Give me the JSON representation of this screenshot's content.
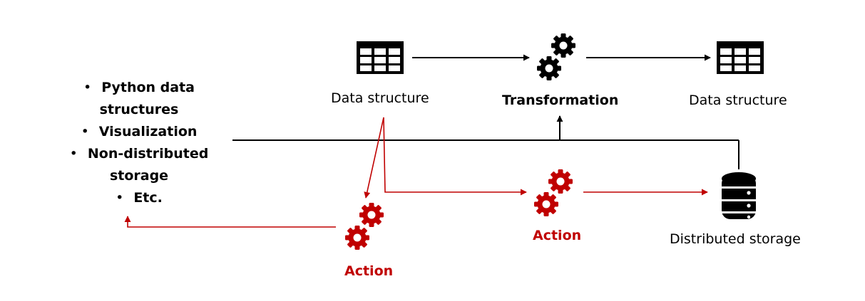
{
  "colors": {
    "primary": "#000000",
    "action": "#c00000",
    "background": "#ffffff"
  },
  "icons": {
    "table": "table-grid-icon",
    "gears": "gears-icon",
    "database": "database-icon"
  },
  "labels": {
    "data_structure_left": "Data structure",
    "transformation": "Transformation",
    "data_structure_right": "Data structure",
    "distributed_storage": "Distributed storage",
    "action_center": "Action",
    "action_bottom": "Action"
  },
  "bullets": [
    {
      "line1": "Python data",
      "line2": "structures"
    },
    {
      "line1": "Visualization"
    },
    {
      "line1": "Non-distributed",
      "line2": "storage"
    },
    {
      "line1": "Etc."
    }
  ]
}
